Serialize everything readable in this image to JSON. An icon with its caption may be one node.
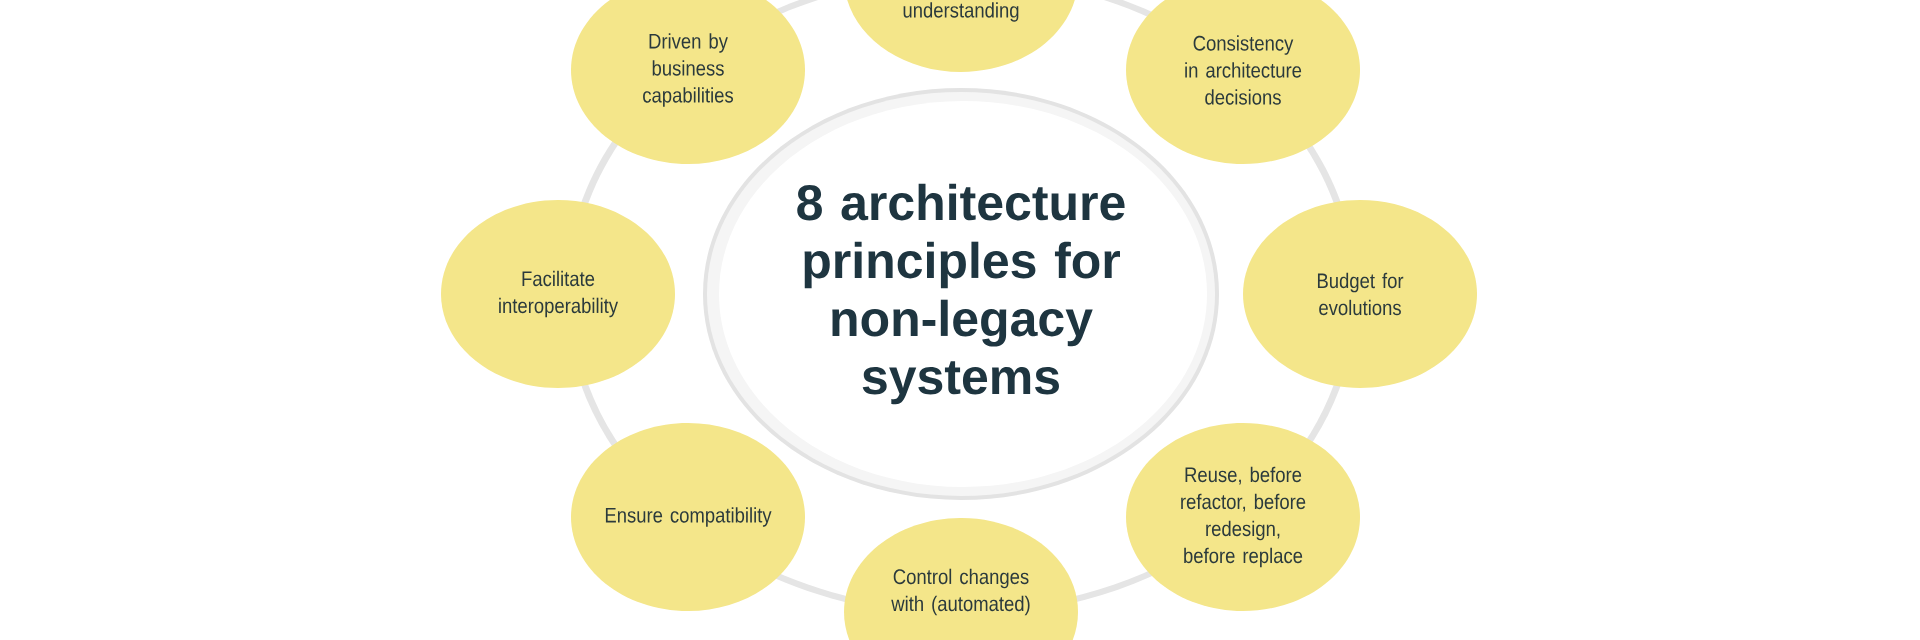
{
  "diagram": {
    "nodes": [
      {
        "text": [
          "Driven by business capabilities"
        ]
      },
      {
        "text": [
          "understanding"
        ]
      },
      {
        "text": [
          "Consistency in architecture decisions"
        ]
      },
      {
        "text": [
          "Facilitate interoperability"
        ]
      },
      {
        "text": [
          "8 architecture principles for non-legacy systems"
        ]
      },
      {
        "text": [
          "Budget for evolutions"
        ]
      },
      {
        "text": [
          "Ensure compatibility"
        ]
      },
      {
        "text": [
          "Control changes with (automated)"
        ]
      },
      {
        "text": [
          "Reuse, before refactor, before redesign, before replace"
        ]
      }
    ]
  }
}
